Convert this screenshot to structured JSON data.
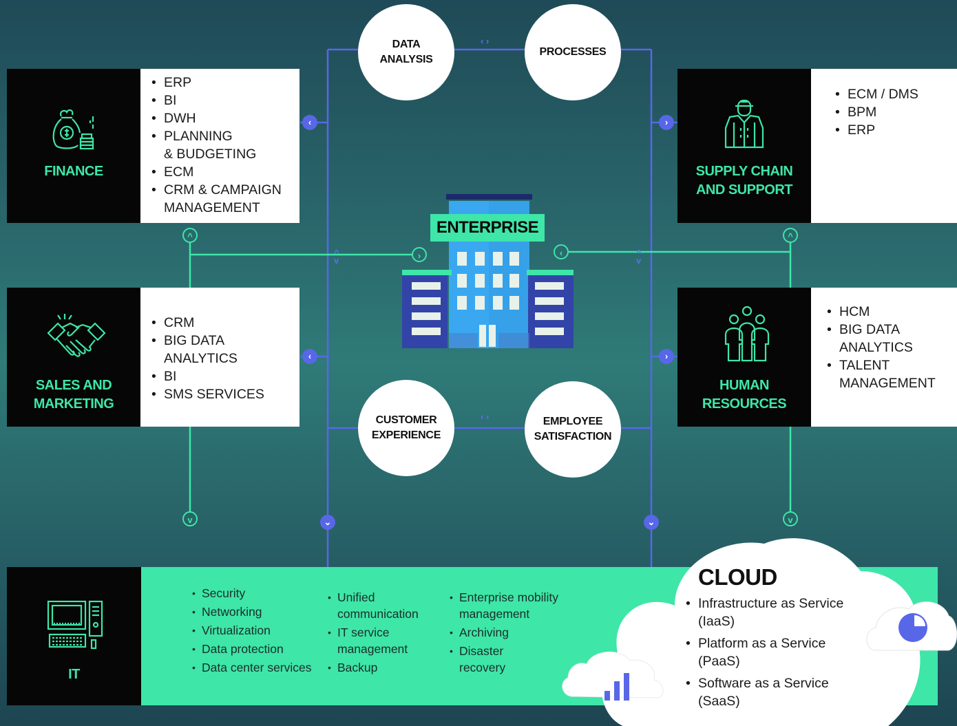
{
  "departments": {
    "finance": {
      "title": "FINANCE",
      "icon": "money-bag-icon",
      "items": [
        "ERP",
        "BI",
        "DWH",
        "PLANNING\n& BUDGETING",
        "ECM",
        "CRM & CAMPAIGN\nMANAGEMENT"
      ]
    },
    "sales": {
      "title": "SALES AND\nMARKETING",
      "icon": "handshake-icon",
      "items": [
        "CRM",
        "BIG DATA\nANALYTICS",
        "BI",
        "SMS SERVICES"
      ]
    },
    "supply": {
      "title": "SUPPLY CHAIN\nAND SUPPORT",
      "icon": "worker-icon",
      "items": [
        "ECM / DMS",
        "BPM",
        "ERP"
      ]
    },
    "hr": {
      "title": "HUMAN\nRESOURCES",
      "icon": "people-icon",
      "items": [
        "HCM",
        "BIG DATA\nANALYTICS",
        "TALENT\nMANAGEMENT"
      ]
    }
  },
  "circles": {
    "data_analysis": "DATA\nANALYSIS",
    "processes": "PROCESSES",
    "customer_experience": "CUSTOMER\nEXPERIENCE",
    "employee_satisfaction": "EMPLOYEE\nSATISFACTION"
  },
  "center": {
    "label": "ENTERPRISE",
    "icon": "building-icon"
  },
  "it": {
    "title": "IT",
    "icon": "computer-icon",
    "col1": [
      "Security",
      "Networking",
      "Virtualization",
      "Data protection",
      "Data center services"
    ],
    "col2": [
      "Unified\ncommunication",
      "IT service\nmanagement",
      "Backup"
    ],
    "col3": [
      "Enterprise mobility\nmanagement",
      "Archiving",
      "Disaster\nrecovery"
    ]
  },
  "cloud": {
    "title": "CLOUD",
    "items": [
      "Infrastructure as Service\n(IaaS)",
      "Platform as a Service\n(PaaS)",
      "Software as a Service\n(SaaS)"
    ],
    "icons": [
      "bar-chart-icon",
      "pie-chart-icon"
    ]
  },
  "colors": {
    "accent_green": "#3ee6a8",
    "connector_purple": "#5867e8",
    "dark": "#060606"
  }
}
